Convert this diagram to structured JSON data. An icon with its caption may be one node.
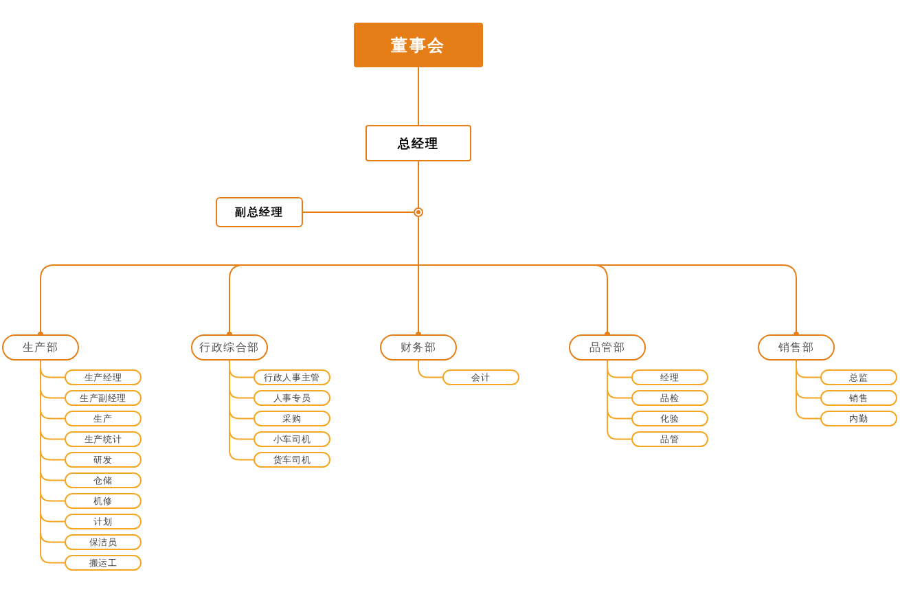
{
  "diagram": {
    "nodes": [
      {
        "text": [
          "董事会"
        ]
      },
      {
        "text": [
          "总经理"
        ]
      },
      {
        "text": [],
        "shape": "circle"
      },
      {
        "text": [
          "副总经理"
        ]
      },
      {
        "text": [
          "生产部"
        ]
      },
      {
        "text": [
          "行政综合部"
        ]
      },
      {
        "text": [
          "财务部"
        ]
      },
      {
        "text": [
          "品管部"
        ]
      },
      {
        "text": [
          "销售部"
        ]
      },
      {
        "text": [
          "生产经理"
        ]
      },
      {
        "text": [
          "生产副经理"
        ]
      },
      {
        "text": [
          "生产"
        ]
      },
      {
        "text": [
          "生产统计"
        ]
      },
      {
        "text": [
          "研发"
        ]
      },
      {
        "text": [
          "仓储"
        ]
      },
      {
        "text": [
          "机修"
        ]
      },
      {
        "text": [
          "计划"
        ]
      },
      {
        "text": [
          "保洁员"
        ]
      },
      {
        "text": [
          "搬运工"
        ]
      },
      {
        "text": [
          "行政人事主管"
        ]
      },
      {
        "text": [
          "人事专员"
        ]
      },
      {
        "text": [
          "采购"
        ]
      },
      {
        "text": [
          "小车司机"
        ]
      },
      {
        "text": [
          "货车司机"
        ]
      },
      {
        "text": [
          "会计"
        ]
      },
      {
        "text": [
          "经理"
        ]
      },
      {
        "text": [
          "品检"
        ]
      },
      {
        "text": [
          "化验"
        ]
      },
      {
        "text": [
          "品管"
        ]
      },
      {
        "text": [
          "总监"
        ]
      },
      {
        "text": [
          "销售"
        ]
      },
      {
        "text": [
          "内勤"
        ]
      }
    ],
    "edges": [
      {
        "from": 0,
        "to": 1,
        "arrow": "none",
        "color": "#e67e17"
      },
      {
        "from": 1,
        "to": 2,
        "arrow": "none",
        "color": "#e67e17"
      },
      {
        "from": 2,
        "to": 3,
        "arrow": "none",
        "color": "#e67e17"
      },
      {
        "from": 2,
        "to": 4,
        "arrow": "other",
        "color": "#e67e17"
      },
      {
        "from": 2,
        "to": 5,
        "arrow": "other",
        "color": "#e67e17"
      },
      {
        "from": 2,
        "to": 6,
        "arrow": "other",
        "color": "#e67e17"
      },
      {
        "from": 2,
        "to": 7,
        "arrow": "other",
        "color": "#e67e17"
      },
      {
        "from": 2,
        "to": 8,
        "arrow": "other",
        "color": "#e67e17"
      },
      {
        "from": 4,
        "to": 9,
        "arrow": "none"
      },
      {
        "from": 4,
        "to": 10,
        "arrow": "none"
      },
      {
        "from": 4,
        "to": 11,
        "arrow": "none"
      },
      {
        "from": 4,
        "to": 12,
        "arrow": "none"
      },
      {
        "from": 4,
        "to": 13,
        "arrow": "none"
      },
      {
        "from": 4,
        "to": 14,
        "arrow": "none"
      },
      {
        "from": 4,
        "to": 15,
        "arrow": "none"
      },
      {
        "from": 4,
        "to": 16,
        "arrow": "none"
      },
      {
        "from": 4,
        "to": 17,
        "arrow": "none"
      },
      {
        "from": 4,
        "to": 18,
        "arrow": "none"
      },
      {
        "from": 5,
        "to": 19,
        "arrow": "none"
      },
      {
        "from": 5,
        "to": 20,
        "arrow": "none"
      },
      {
        "from": 5,
        "to": 21,
        "arrow": "none"
      },
      {
        "from": 5,
        "to": 22,
        "arrow": "none"
      },
      {
        "from": 5,
        "to": 23,
        "arrow": "none"
      },
      {
        "from": 6,
        "to": 24,
        "arrow": "none"
      },
      {
        "from": 7,
        "to": 25,
        "arrow": "none"
      },
      {
        "from": 7,
        "to": 26,
        "arrow": "none"
      },
      {
        "from": 7,
        "to": 27,
        "arrow": "none"
      },
      {
        "from": 7,
        "to": 28,
        "arrow": "none"
      },
      {
        "from": 8,
        "to": 29,
        "arrow": "none"
      },
      {
        "from": 8,
        "to": 30,
        "arrow": "none"
      },
      {
        "from": 8,
        "to": 31,
        "arrow": "none"
      }
    ]
  }
}
